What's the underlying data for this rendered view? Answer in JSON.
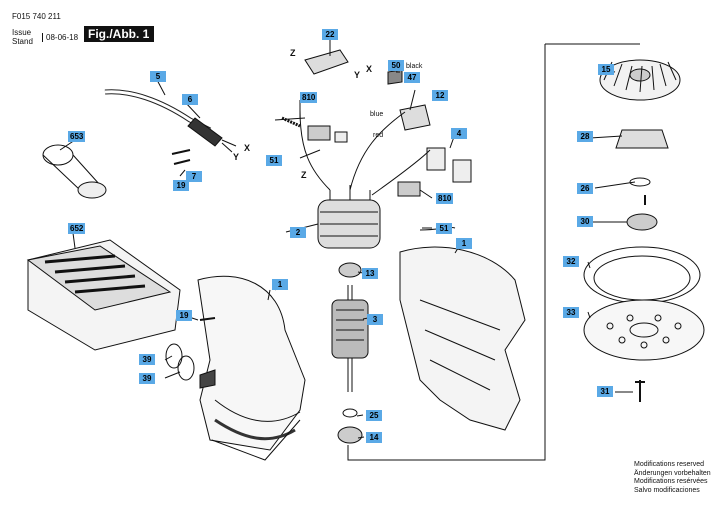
{
  "header": {
    "code": "F015 740 211",
    "issue_label_line1": "Issue",
    "issue_label_line2": "Stand",
    "issue_date": "08-06-18",
    "figure_label": "Fig./Abb. 1"
  },
  "parts": [
    {
      "id": "1"
    },
    {
      "id": "1b",
      "label": "1"
    },
    {
      "id": "2"
    },
    {
      "id": "3"
    },
    {
      "id": "4"
    },
    {
      "id": "5"
    },
    {
      "id": "6"
    },
    {
      "id": "7"
    },
    {
      "id": "12"
    },
    {
      "id": "13"
    },
    {
      "id": "14"
    },
    {
      "id": "15"
    },
    {
      "id": "19"
    },
    {
      "id": "19b",
      "label": "19"
    },
    {
      "id": "22"
    },
    {
      "id": "25"
    },
    {
      "id": "26"
    },
    {
      "id": "28"
    },
    {
      "id": "30"
    },
    {
      "id": "31"
    },
    {
      "id": "32"
    },
    {
      "id": "33"
    },
    {
      "id": "39"
    },
    {
      "id": "39b",
      "label": "39"
    },
    {
      "id": "47"
    },
    {
      "id": "50"
    },
    {
      "id": "51"
    },
    {
      "id": "51b",
      "label": "51"
    },
    {
      "id": "652"
    },
    {
      "id": "653"
    },
    {
      "id": "810"
    },
    {
      "id": "810b",
      "label": "810"
    }
  ],
  "part_labels": {
    "p1": "1",
    "p1b": "1",
    "p2": "2",
    "p3": "3",
    "p4": "4",
    "p5": "5",
    "p6": "6",
    "p7": "7",
    "p12": "12",
    "p13": "13",
    "p14": "14",
    "p15": "15",
    "p19": "19",
    "p19b": "19",
    "p22": "22",
    "p25": "25",
    "p26": "26",
    "p28": "28",
    "p30": "30",
    "p31": "31",
    "p32": "32",
    "p33": "33",
    "p39": "39",
    "p39b": "39",
    "p47": "47",
    "p50": "50",
    "p51": "51",
    "p51b": "51",
    "p652": "652",
    "p653": "653",
    "p810": "810",
    "p810b": "810"
  },
  "wire_labels": {
    "black": "black",
    "blue": "blue",
    "red": "red"
  },
  "connectors": {
    "z1": "Z",
    "z2": "Z",
    "y1": "Y",
    "y2": "Y",
    "x1": "X",
    "x2": "X"
  },
  "notes": [
    "Modifications reserved",
    "Änderungen vorbehalten",
    "Modifications resérvées",
    "Salvo modificaciones"
  ],
  "colors": {
    "label_bg": "#5aa9e6",
    "line": "#111111"
  }
}
